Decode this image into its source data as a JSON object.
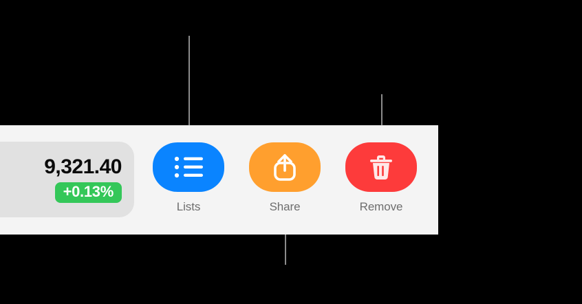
{
  "window": {
    "background_color": "#000000",
    "panel_color": "#F4F4F4"
  },
  "quote": {
    "price": "9,321.40",
    "change": "+0.13%",
    "change_color": "#34C759",
    "card_color": "#E1E1E1"
  },
  "toolbar": {
    "buttons": [
      {
        "label": "Lists",
        "icon": "bulleted-list-icon",
        "color": "#0A84FF"
      },
      {
        "label": "Share",
        "icon": "share-icon",
        "color": "#FF9F2E"
      },
      {
        "label": "Remove",
        "icon": "trash-icon",
        "color": "#FD3B3B"
      }
    ],
    "label_color": "#6E6E6E"
  },
  "callouts": {
    "line_color": "#8C8C8C",
    "targets": [
      "lists-button",
      "share-label",
      "remove-button"
    ]
  }
}
